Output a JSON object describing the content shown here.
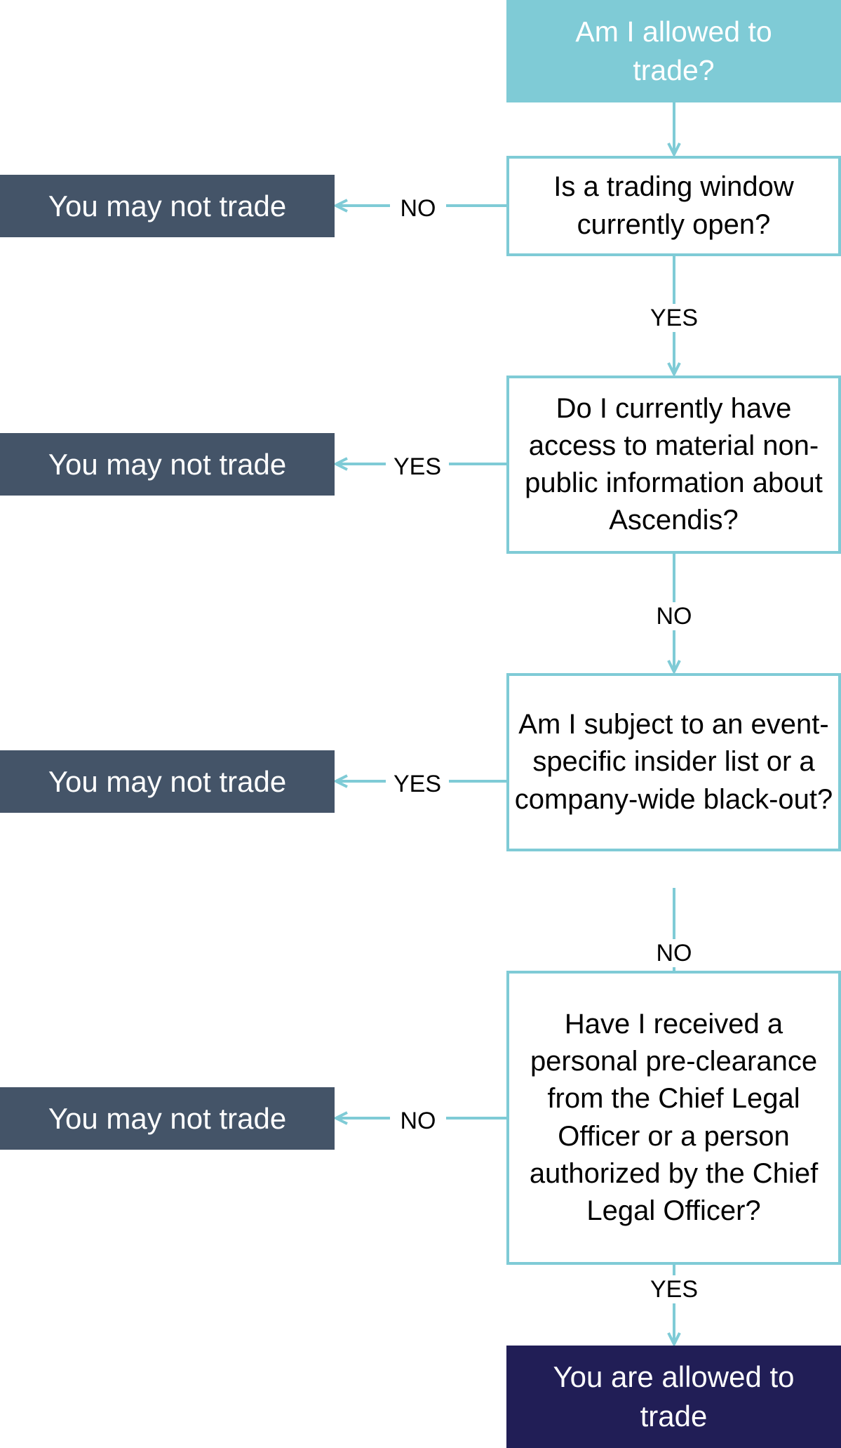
{
  "diagram": {
    "colors": {
      "accent": "#7fcbd6",
      "deny": "#445468",
      "allow": "#211e56",
      "text": "#000000",
      "background": "#ffffff"
    },
    "nodes": {
      "start": "Am I allowed to trade?",
      "q1": "Is a trading window currently open?",
      "q2": "Do I currently have access to material non-public information about Ascendis?",
      "q3": "Am I subject to an event-specific insider list or a company-wide black-out?",
      "q4": "Have I received a personal pre-clearance from the Chief Legal Officer or a person authorized by the Chief Legal Officer?",
      "deny1": "You may not trade",
      "deny2": "You may not trade",
      "deny3": "You may not trade",
      "deny4": "You may not trade",
      "allow": "You are allowed to trade"
    },
    "edges": {
      "q1_to_deny": "NO",
      "q1_to_q2": "YES",
      "q2_to_deny": "YES",
      "q2_to_q3": "NO",
      "q3_to_deny": "YES",
      "q3_to_q4": "NO",
      "q4_to_deny": "NO",
      "q4_to_allow": "YES"
    }
  }
}
